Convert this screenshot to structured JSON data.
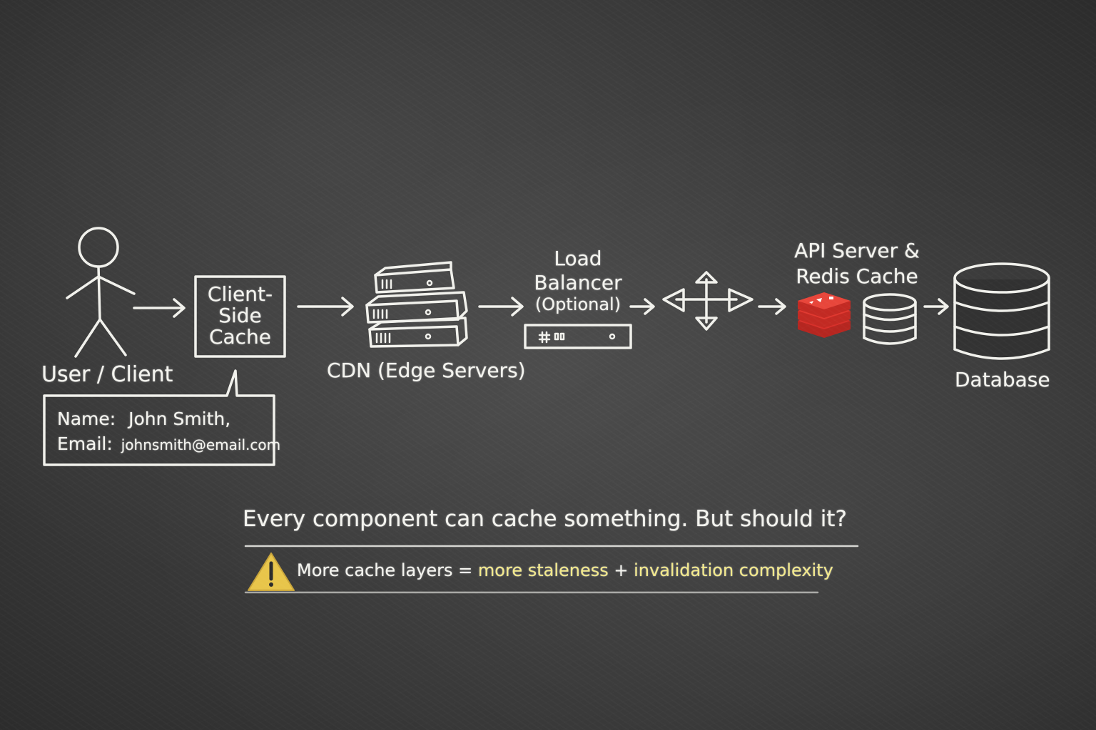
{
  "nodes": {
    "user": "User / Client",
    "client_cache": {
      "line1": "Client-",
      "line2": "Side",
      "line3": "Cache"
    },
    "cdn": "CDN (Edge Servers)",
    "load_balancer": {
      "line1": "Load",
      "line2": "Balancer",
      "line3": "(Optional)"
    },
    "api": {
      "line1": "API Server &",
      "line2": "Redis Cache"
    },
    "database": "Database"
  },
  "cache_note": {
    "name_label": "Name:",
    "name_value": "John Smith,",
    "email_label": "Email:",
    "email_value": "johnsmith@email.com"
  },
  "question": "Every component can cache something. But should it?",
  "warning": {
    "prefix": "More cache layers = ",
    "highlight1": "more staleness",
    "plus": " + ",
    "highlight2": "invalidation complexity"
  },
  "icons": [
    "stick-figure-icon",
    "server-stack-icon",
    "load-balancer-icon",
    "move-arrows-icon",
    "redis-icon",
    "database-icon",
    "warning-icon"
  ],
  "colors": {
    "chalk": "#f1f1ec",
    "board": "#3a3a3a",
    "redis": "#d7302a",
    "highlight": "#f3e98a",
    "warning": "#e8c54a"
  }
}
